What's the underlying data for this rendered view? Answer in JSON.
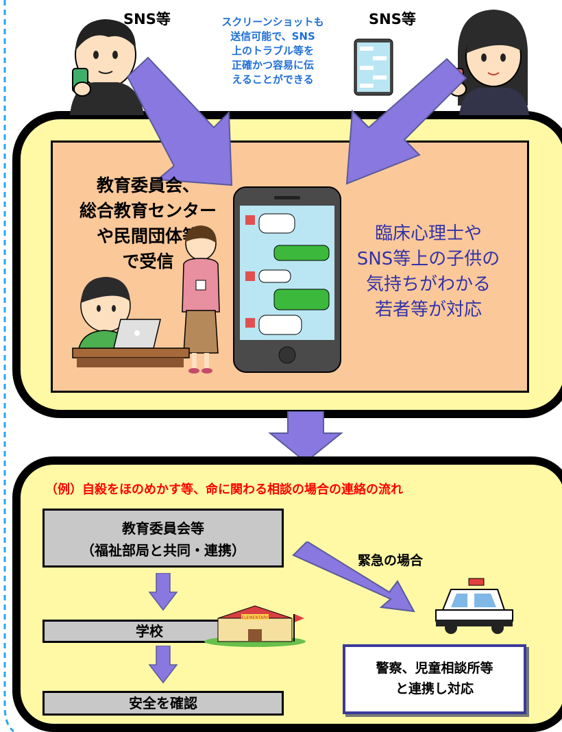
{
  "top": {
    "sns_left": "SNS等",
    "sns_right": "SNS等",
    "note_lines": [
      "スクリーンショットも",
      "送信可能で、SNS",
      "上のトラブル等を",
      "正確かつ容易に伝",
      "えることができる"
    ]
  },
  "receive": {
    "lines": [
      "教育委員会、",
      "総合教育センター",
      "や民間団体等",
      "で受信"
    ]
  },
  "responder": {
    "lines": [
      "臨床心理士や",
      "SNS等上の子供の",
      "気持ちがわかる",
      "若者等が対応"
    ]
  },
  "flow": {
    "example_title": "（例）自殺をほのめかす等、命に関わる相談の場合の連絡の流れ",
    "board_line1": "教育委員会等",
    "board_line2": "（福祉部局と共同・連携）",
    "emergency": "緊急の場合",
    "school": "学校",
    "school_sign": "ELEMENTARY",
    "safety": "安全を確認",
    "police_line1": "警察、児童相談所等",
    "police_line2": "と連携し対応"
  },
  "colors": {
    "panel_fill": "#fff9a6",
    "inner_fill": "#fbc89a",
    "arrow": "#8878e0",
    "note_text": "#1f6fd6",
    "example_text": "#ff0000",
    "responder_text": "#3333a8",
    "bubble_green": "#3cb83c",
    "dashed_border": "#25a7e6"
  }
}
